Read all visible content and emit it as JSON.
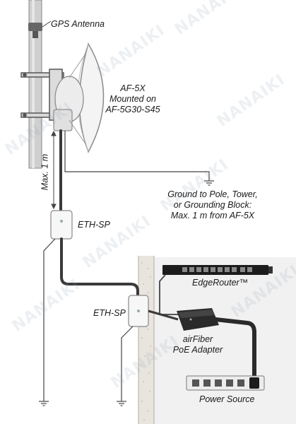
{
  "labels": {
    "gps_antenna": "GPS Antenna",
    "af5x_line1": "AF-5X",
    "af5x_line2": "Mounted on",
    "af5x_line3": "AF-5G30-S45",
    "max_1m": "Max. 1 m",
    "ground_line1": "Ground to Pole, Tower,",
    "ground_line2": "or Grounding Block:",
    "ground_line3": "Max. 1 m from AF-5X",
    "eth_sp_top": "ETH-SP",
    "eth_sp_bottom": "ETH-SP",
    "edgerouter": "EdgeRouter™",
    "airfiber_line1": "airFiber",
    "airfiber_line2": "PoE Adapter",
    "power_source": "Power Source"
  },
  "watermark": "NANAIKI",
  "colors": {
    "cable": "#3a3a3a",
    "ground_wire": "#444444",
    "wall": "#e8e4de",
    "room_bg": "#f1f1f1",
    "device_white": "#f7f7f7",
    "router_black": "#1c1c1c"
  }
}
